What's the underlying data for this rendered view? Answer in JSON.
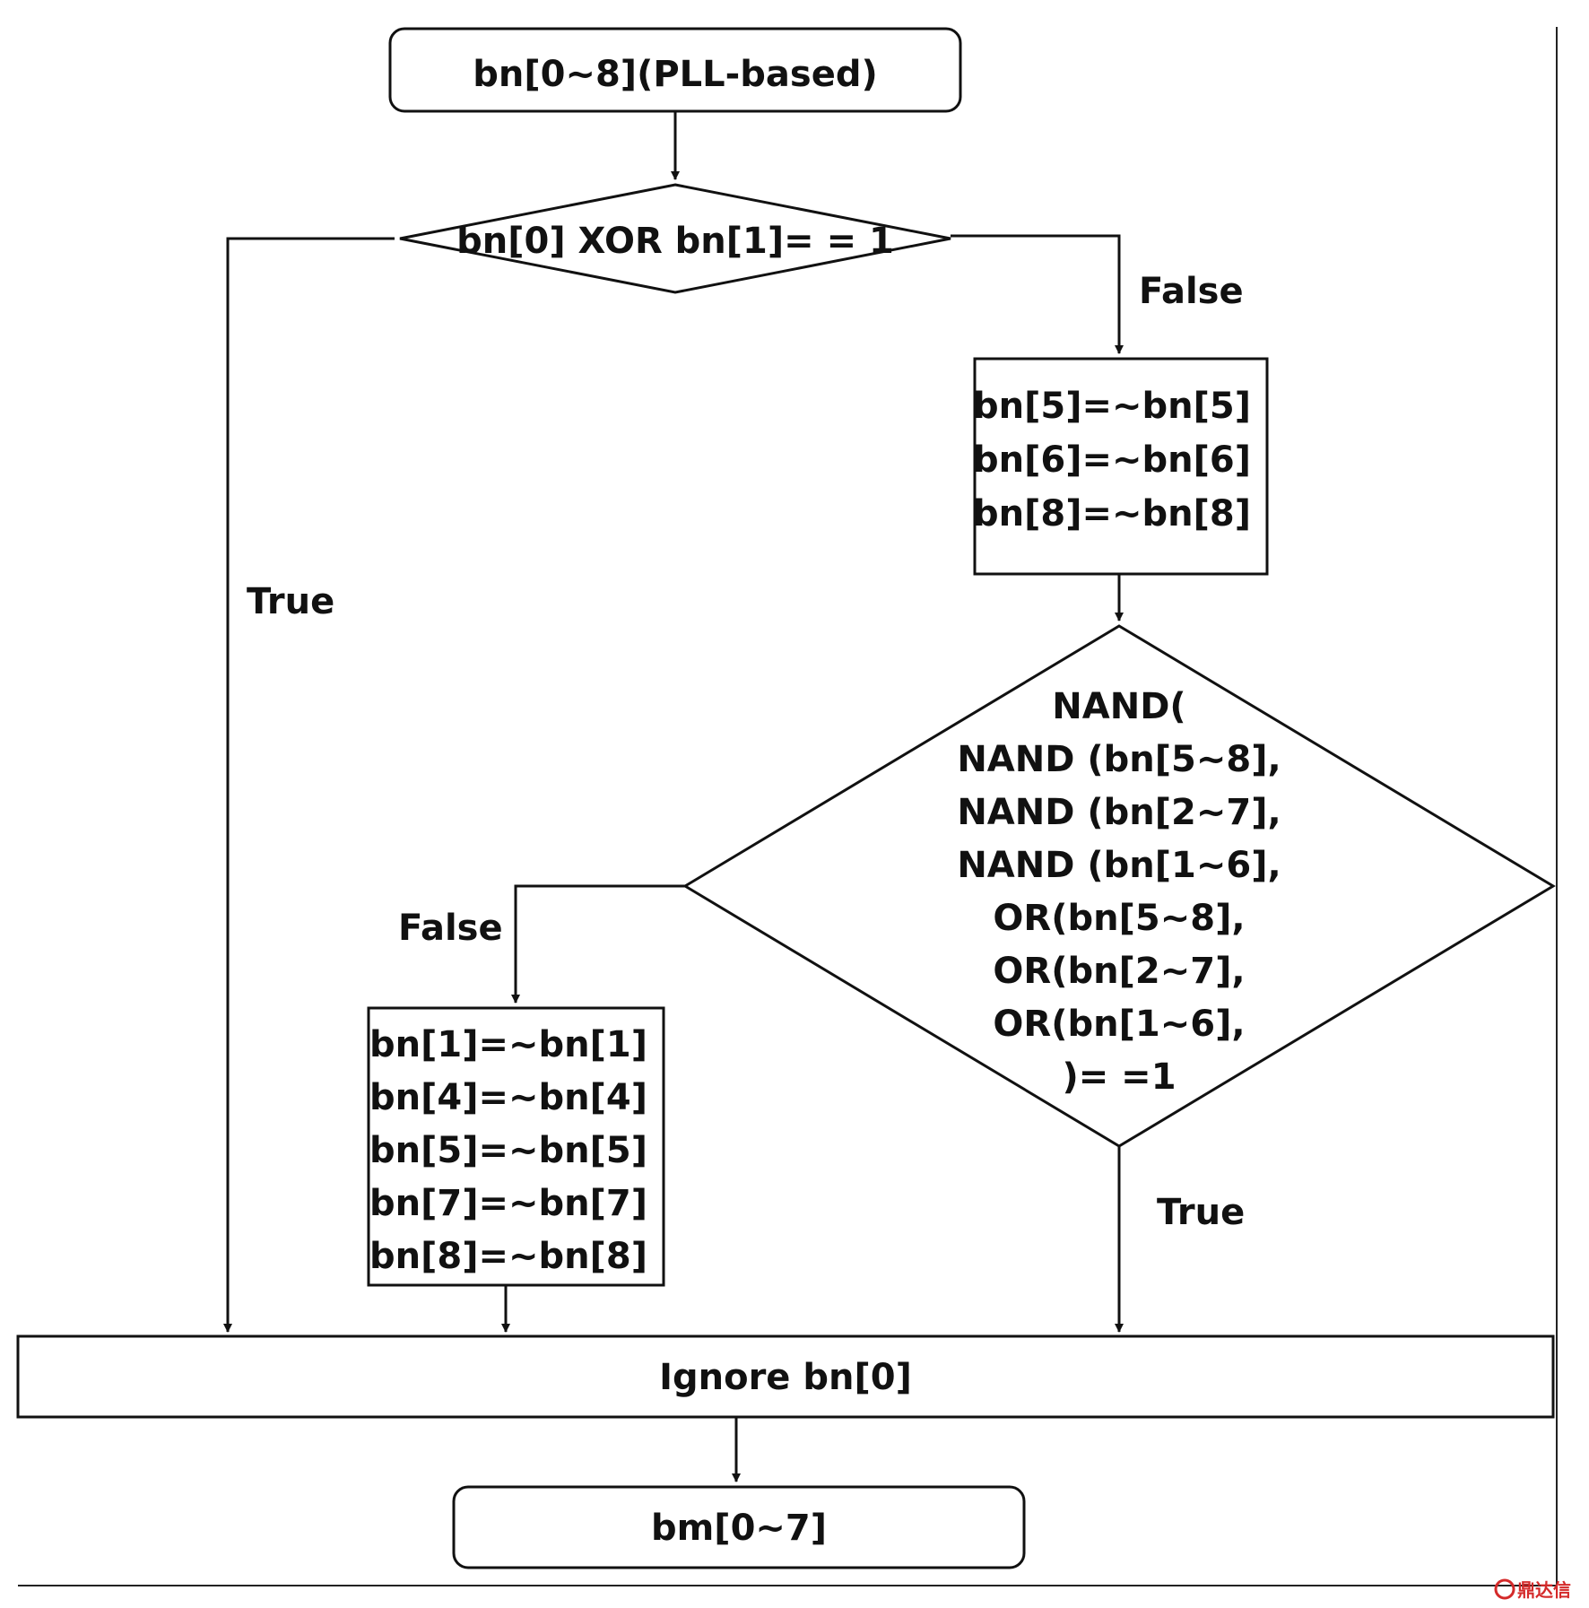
{
  "nodes": {
    "start": "bn[0~8](PLL-based)",
    "decision1": "bn[0] XOR bn[1]= = 1",
    "invert_a": [
      "bn[5]=~bn[5]",
      "bn[6]=~bn[6]",
      "bn[8]=~bn[8]"
    ],
    "decision2": [
      "NAND(",
      "NAND (bn[5~8],",
      "NAND (bn[2~7],",
      "NAND (bn[1~6],",
      "OR(bn[5~8],",
      "OR(bn[2~7],",
      "OR(bn[1~6],",
      ")= =1"
    ],
    "invert_b": [
      "bn[1]=~bn[1]",
      "bn[4]=~bn[4]",
      "bn[5]=~bn[5]",
      "bn[7]=~bn[7]",
      "bn[8]=~bn[8]"
    ],
    "ignore": "Ignore bn[0]",
    "end": "bm[0~7]"
  },
  "edge_labels": {
    "d1_true": "True",
    "d1_false": "False",
    "d2_false": "False",
    "d2_true": "True"
  },
  "watermark": "鼎达信"
}
